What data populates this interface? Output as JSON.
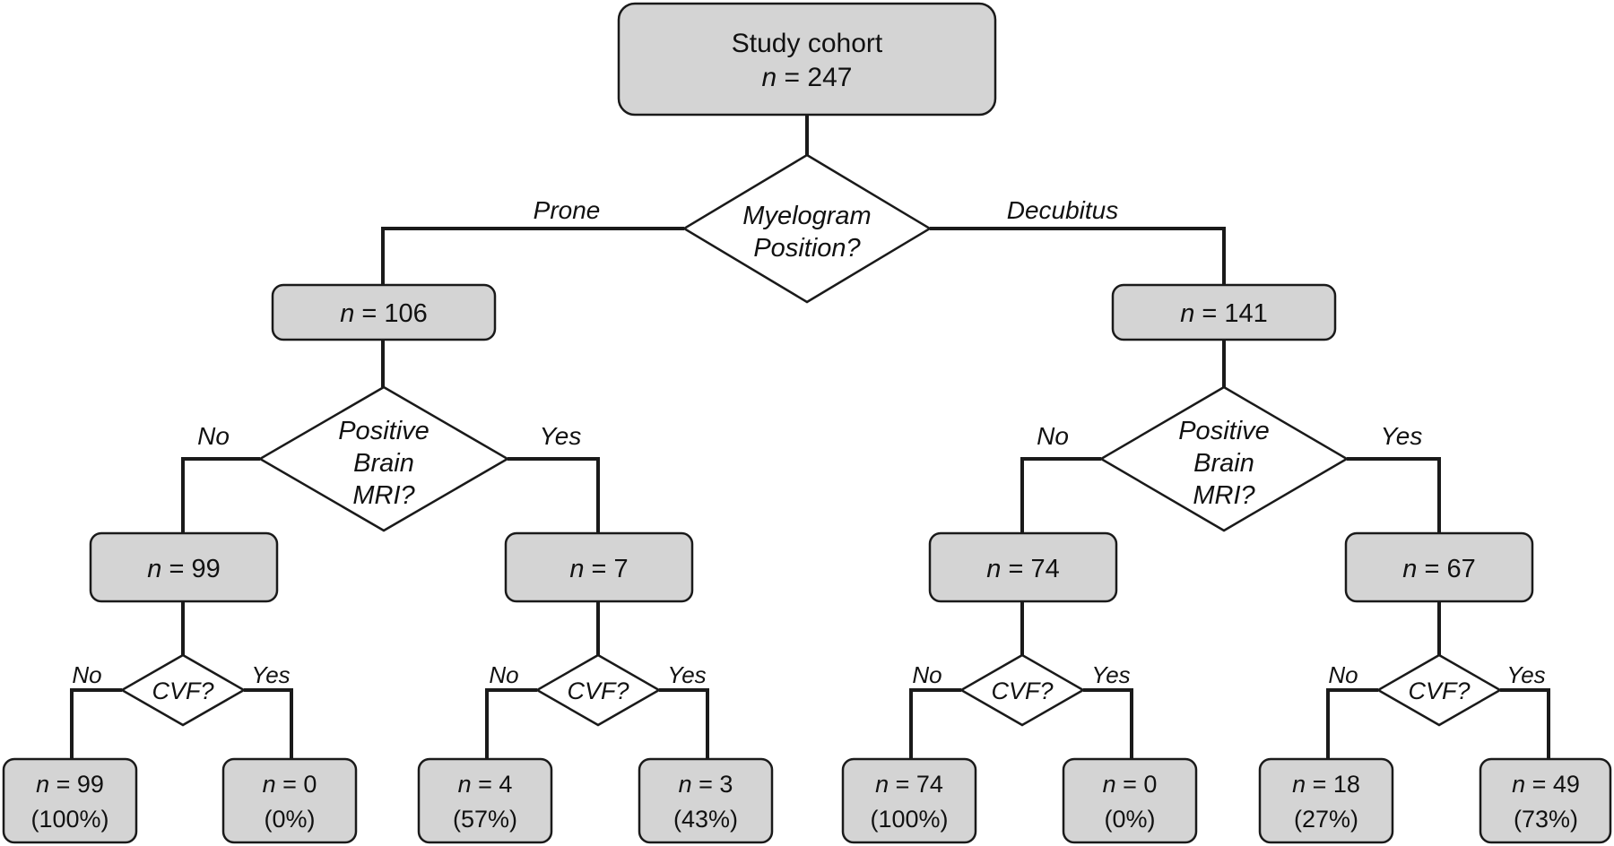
{
  "root": {
    "title": "Study cohort",
    "n_var": "n",
    "n_eq": " = 247"
  },
  "position_question": {
    "line1": "Myelogram",
    "line2": "Position?"
  },
  "edges": {
    "prone": "Prone",
    "decubitus": "Decubitus",
    "no": "No",
    "yes": "Yes"
  },
  "prone": {
    "count": {
      "n_var": "n",
      "n_eq": " = 106"
    },
    "mri_question": {
      "line1": "Positive",
      "line2": "Brain",
      "line3": "MRI?"
    },
    "mri_no": {
      "count": {
        "n_var": "n",
        "n_eq": " = 99"
      },
      "cvf_question": "CVF?",
      "cvf_no": {
        "n_var": "n",
        "n_eq": " = 99",
        "pct": "(100%)"
      },
      "cvf_yes": {
        "n_var": "n",
        "n_eq": " = 0",
        "pct": "(0%)"
      }
    },
    "mri_yes": {
      "count": {
        "n_var": "n",
        "n_eq": " = 7"
      },
      "cvf_question": "CVF?",
      "cvf_no": {
        "n_var": "n",
        "n_eq": " = 4",
        "pct": "(57%)"
      },
      "cvf_yes": {
        "n_var": "n",
        "n_eq": " = 3",
        "pct": "(43%)"
      }
    }
  },
  "decubitus": {
    "count": {
      "n_var": "n",
      "n_eq": " = 141"
    },
    "mri_question": {
      "line1": "Positive",
      "line2": "Brain",
      "line3": "MRI?"
    },
    "mri_no": {
      "count": {
        "n_var": "n",
        "n_eq": " = 74"
      },
      "cvf_question": "CVF?",
      "cvf_no": {
        "n_var": "n",
        "n_eq": " = 74",
        "pct": "(100%)"
      },
      "cvf_yes": {
        "n_var": "n",
        "n_eq": " = 0",
        "pct": "(0%)"
      }
    },
    "mri_yes": {
      "count": {
        "n_var": "n",
        "n_eq": " = 67"
      },
      "cvf_question": "CVF?",
      "cvf_no": {
        "n_var": "n",
        "n_eq": " = 18",
        "pct": "(27%)"
      },
      "cvf_yes": {
        "n_var": "n",
        "n_eq": " = 49",
        "pct": "(73%)"
      }
    }
  }
}
